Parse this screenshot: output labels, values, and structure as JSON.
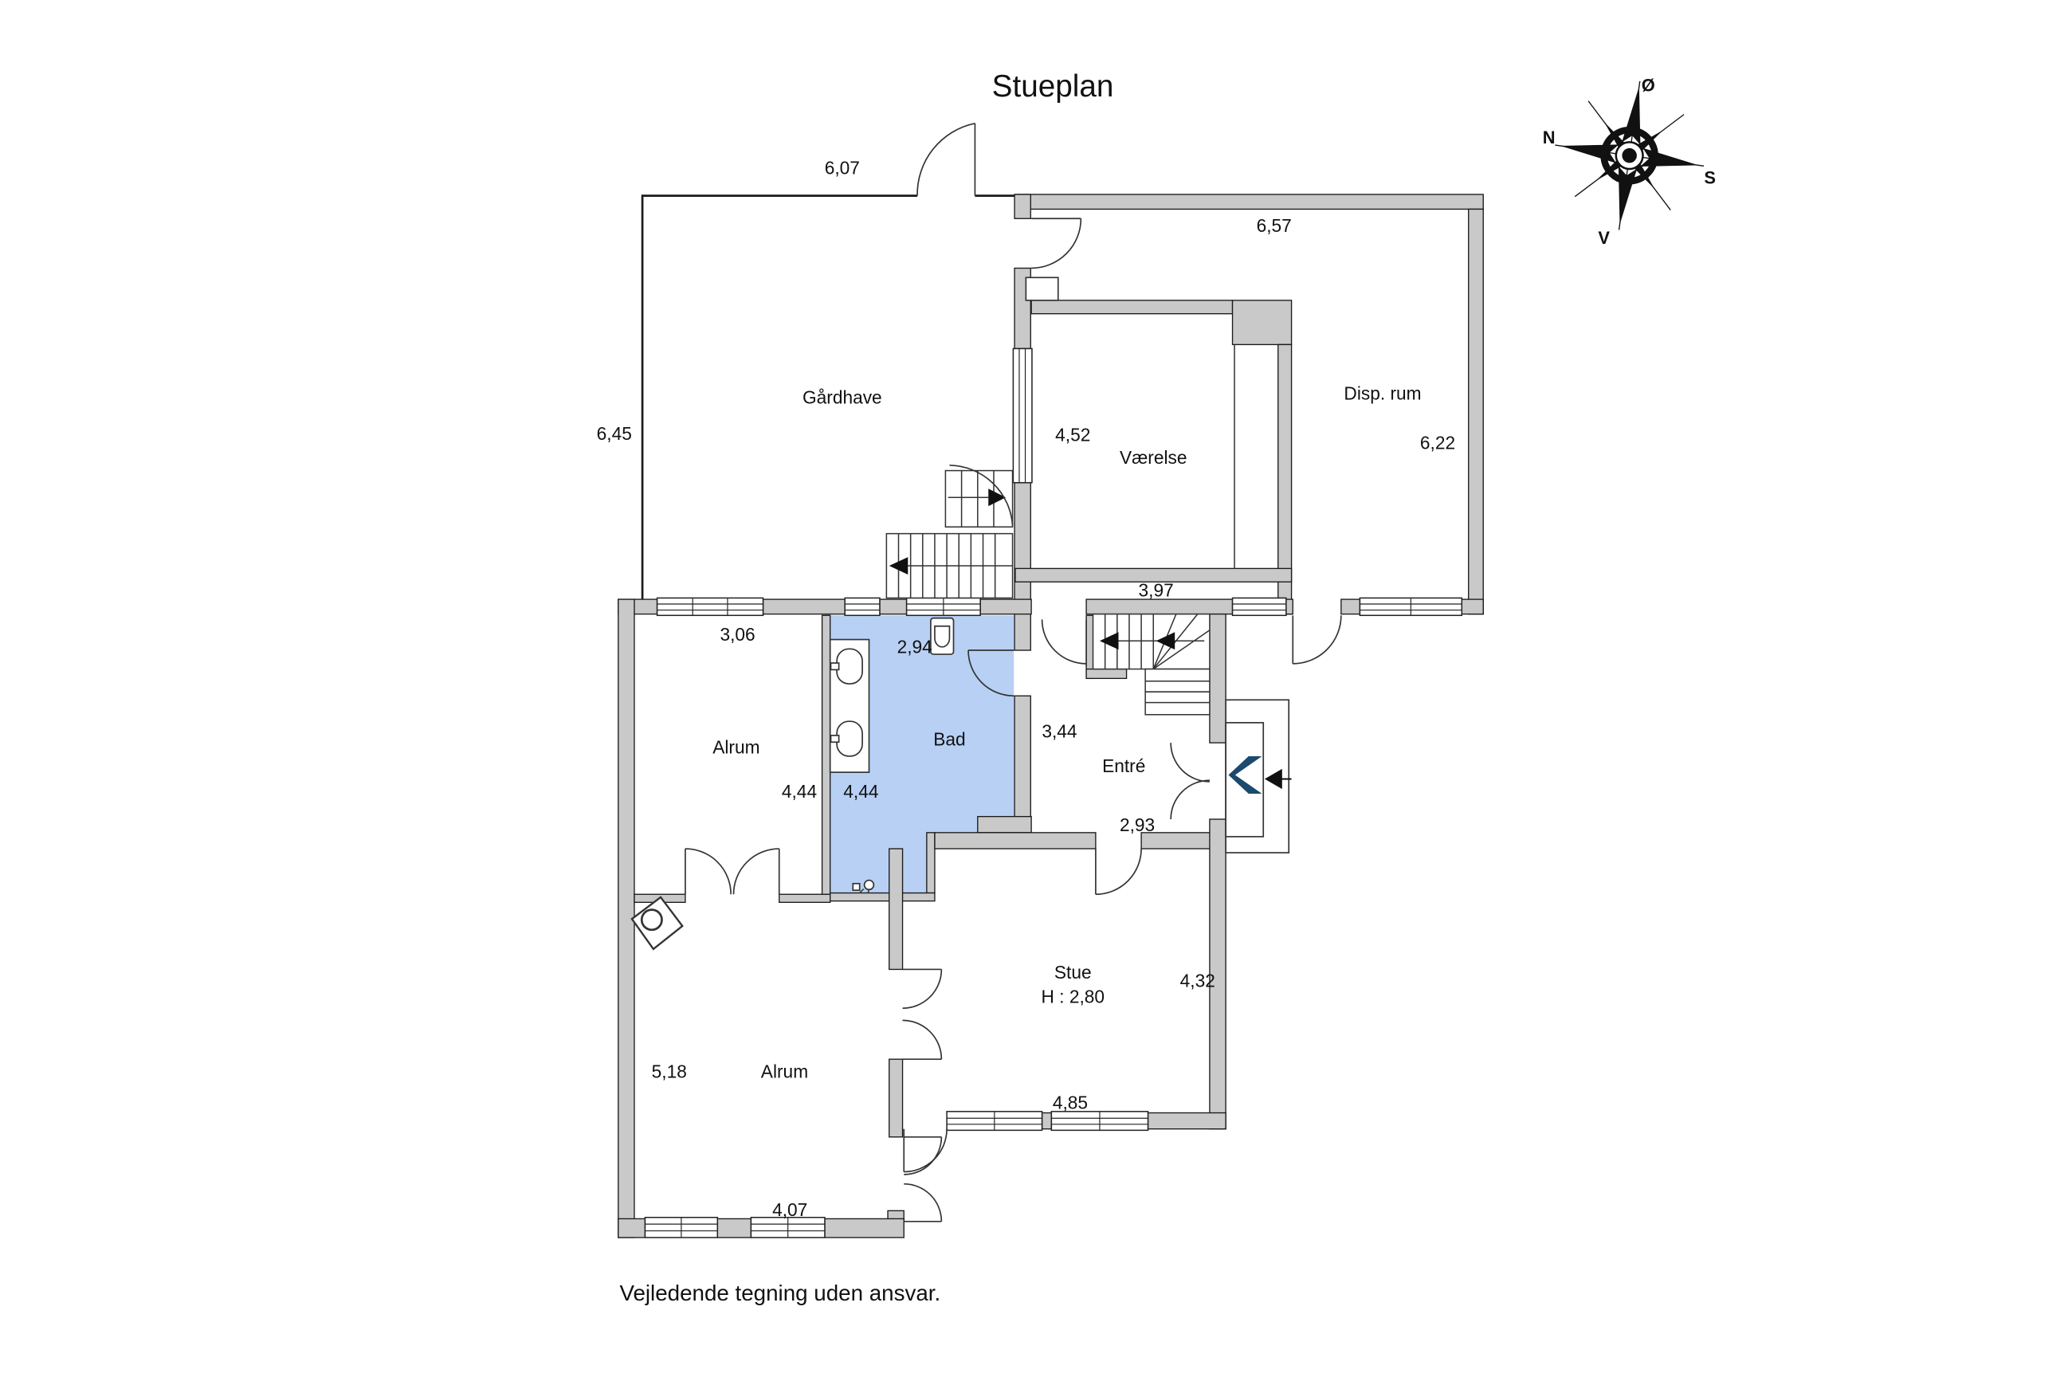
{
  "title": "Stueplan",
  "footer": "Vejledende tegning uden ansvar.",
  "compass": {
    "north": "N",
    "south": "S",
    "east": "Ø",
    "west": "V"
  },
  "rooms": {
    "gaardhave": "Gårdhave",
    "vaerelse": "Værelse",
    "disp_rum": "Disp. rum",
    "bad": "Bad",
    "entre": "Entré",
    "alrum_upper": "Alrum",
    "stue": "Stue",
    "stue_height": "H : 2,80",
    "alrum_lower": "Alrum"
  },
  "dimensions": {
    "d607": "6,07",
    "d657": "6,57",
    "d645": "6,45",
    "d452": "4,52",
    "d622": "6,22",
    "d397": "3,97",
    "d306": "3,06",
    "d294": "2,94",
    "d344": "3,44",
    "d444a": "4,44",
    "d444b": "4,44",
    "d293": "2,93",
    "d432": "4,32",
    "d485": "4,85",
    "d518": "5,18",
    "d407": "4,07"
  },
  "colors": {
    "wall": "#c9c9c9",
    "bad_fill": "#b7d0f4",
    "chevron": "#1b4a6e"
  }
}
